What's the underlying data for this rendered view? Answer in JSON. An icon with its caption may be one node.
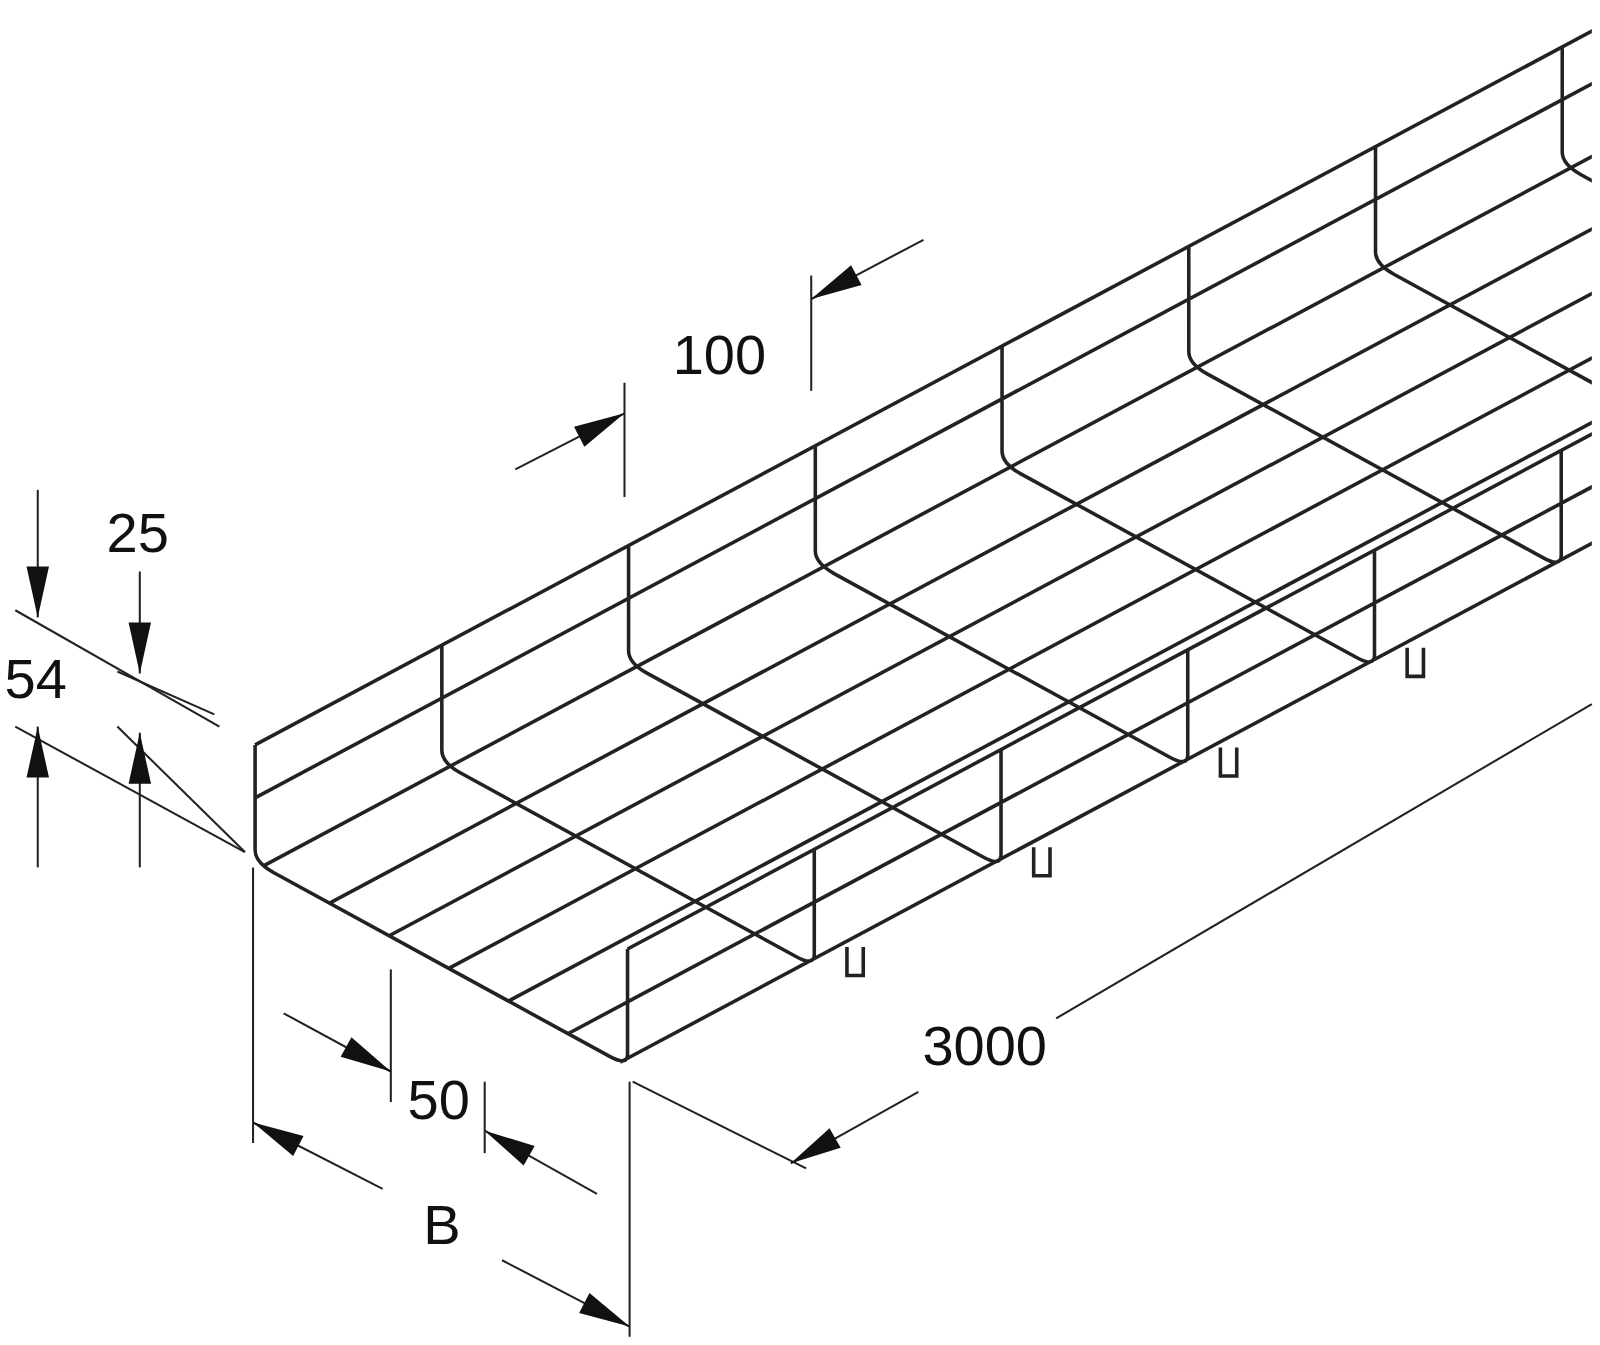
{
  "diagram": {
    "labels": [
      "100",
      "25",
      "54",
      "3000",
      "50",
      "B"
    ]
  }
}
